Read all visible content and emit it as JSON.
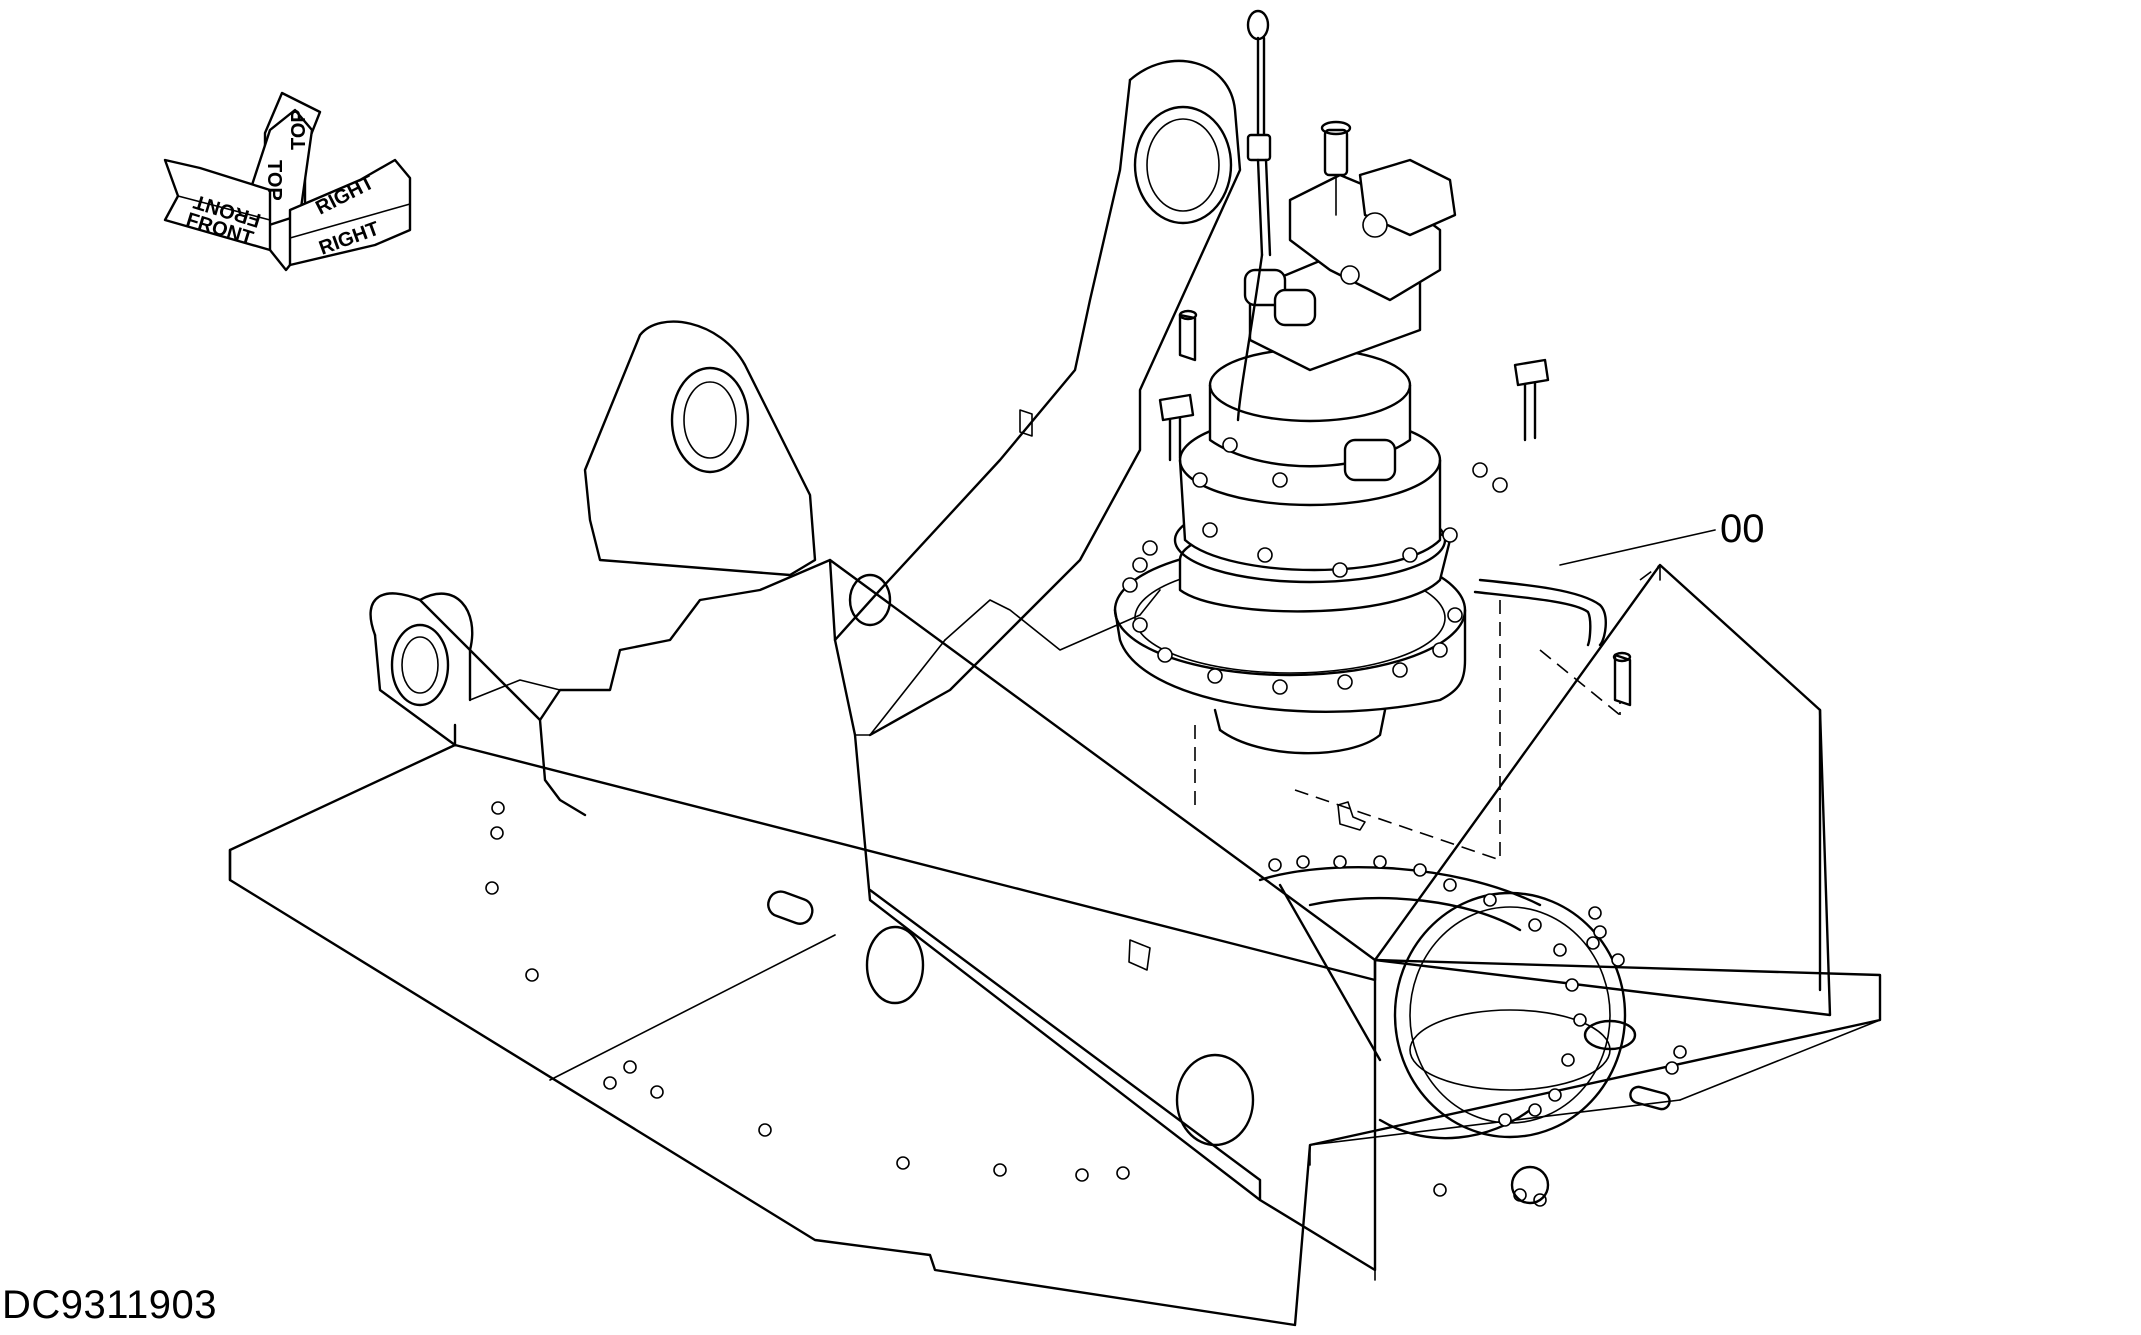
{
  "orientation": {
    "front_label": "FRONT",
    "top_label": "TOP",
    "right_label": "RIGHT"
  },
  "callout": {
    "number": "00"
  },
  "drawing_code": "DC9311903"
}
